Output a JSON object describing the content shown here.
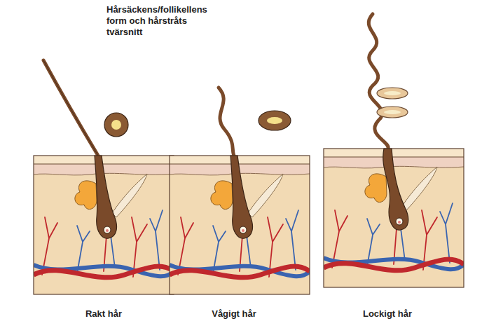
{
  "diagram": {
    "title": "Hårsäckens/follikellens form och hårstråts tvärsnitt",
    "labels": [
      "Rakt hår",
      "Vågigt hår",
      "Lockigt hår"
    ]
  }
}
